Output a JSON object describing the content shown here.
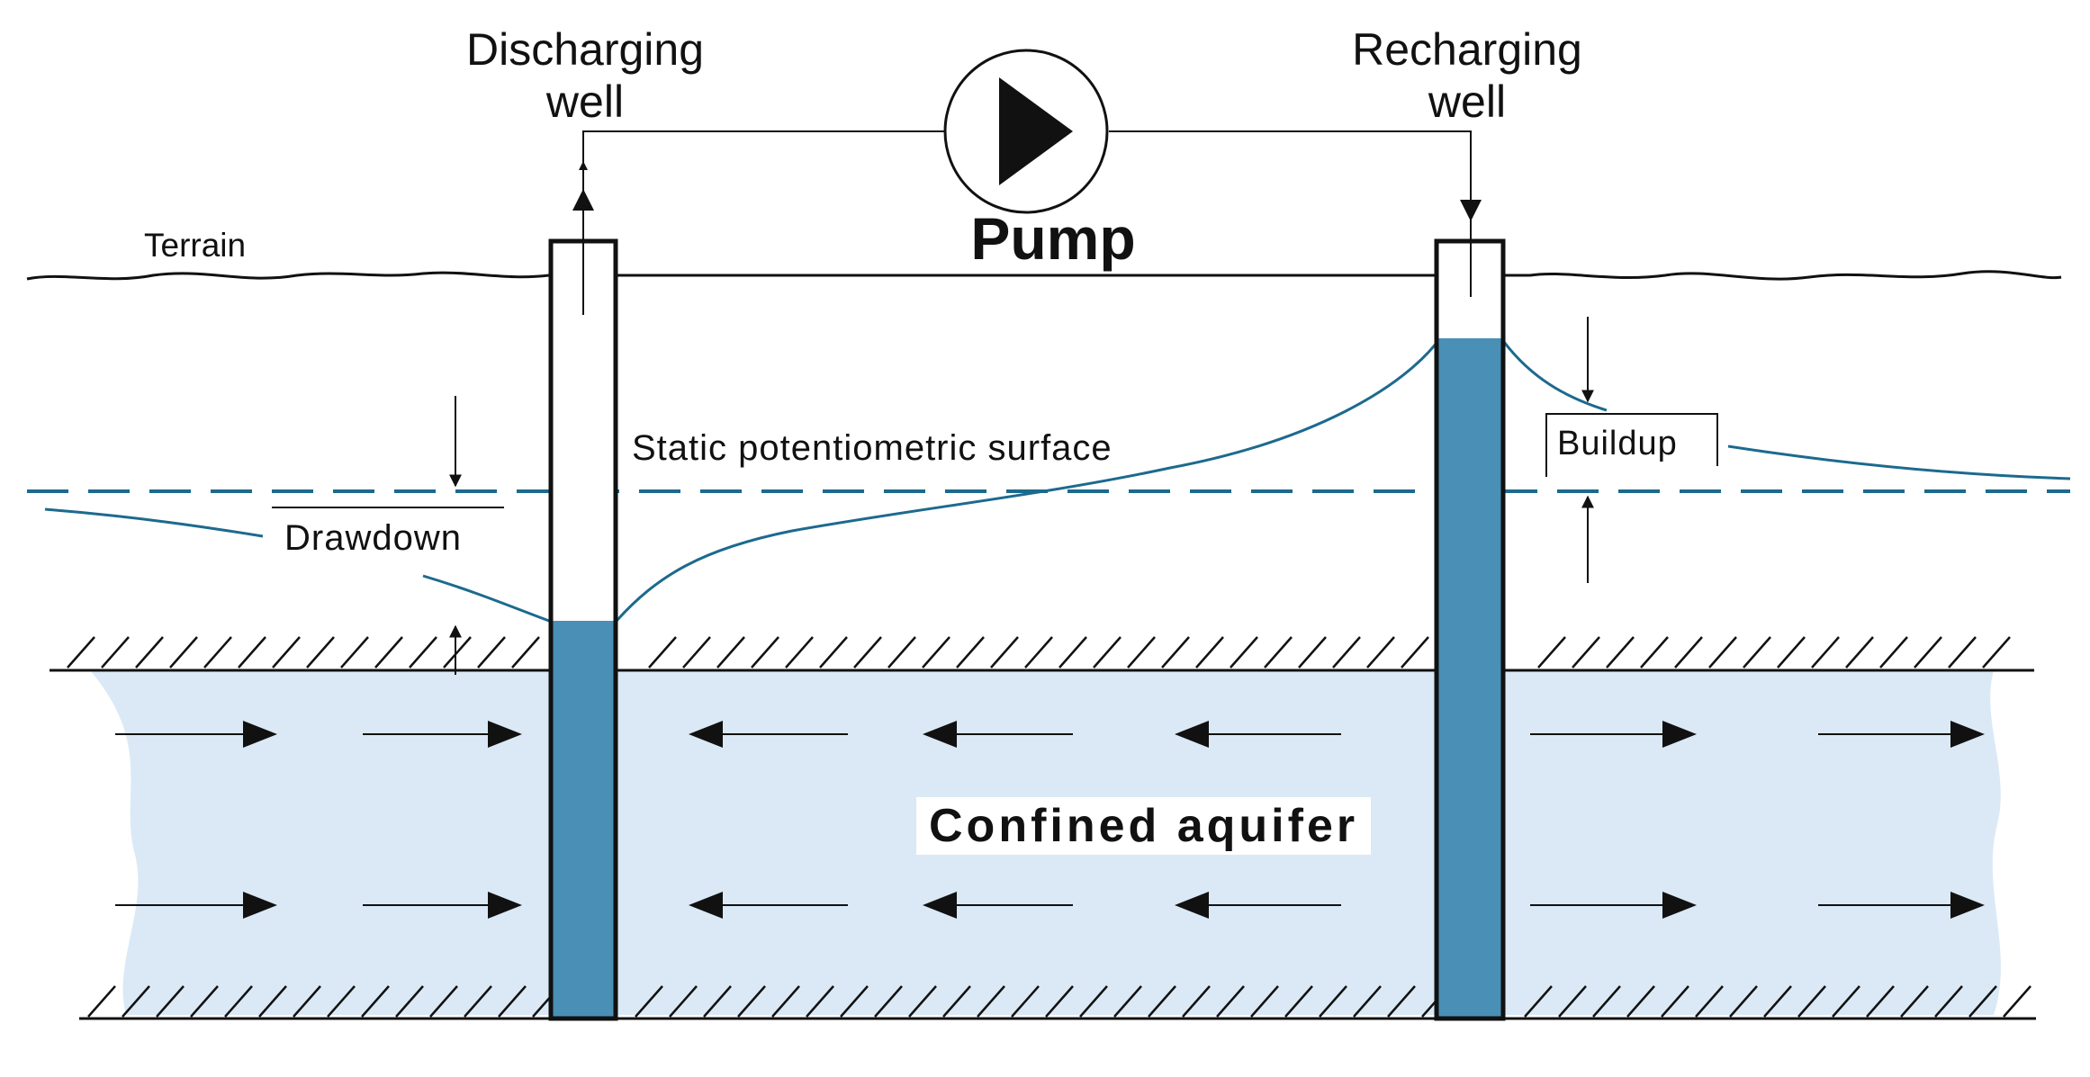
{
  "labels": {
    "discharging_well": "Discharging\nwell",
    "recharging_well": "Recharging\nwell",
    "pump": "Pump",
    "terrain": "Terrain",
    "static_surface": "Static potentiometric surface",
    "drawdown": "Drawdown",
    "buildup": "Buildup",
    "confined_aquifer": "Confined aquifer"
  },
  "colors": {
    "water": "#4a8fb5",
    "aquifer": "#dae9f5",
    "surface_line": "#1c6a8e",
    "ink": "#111111"
  },
  "icons": {
    "pump": "pump-triangle-icon",
    "flow_arrow": "flow-arrow-icon"
  }
}
